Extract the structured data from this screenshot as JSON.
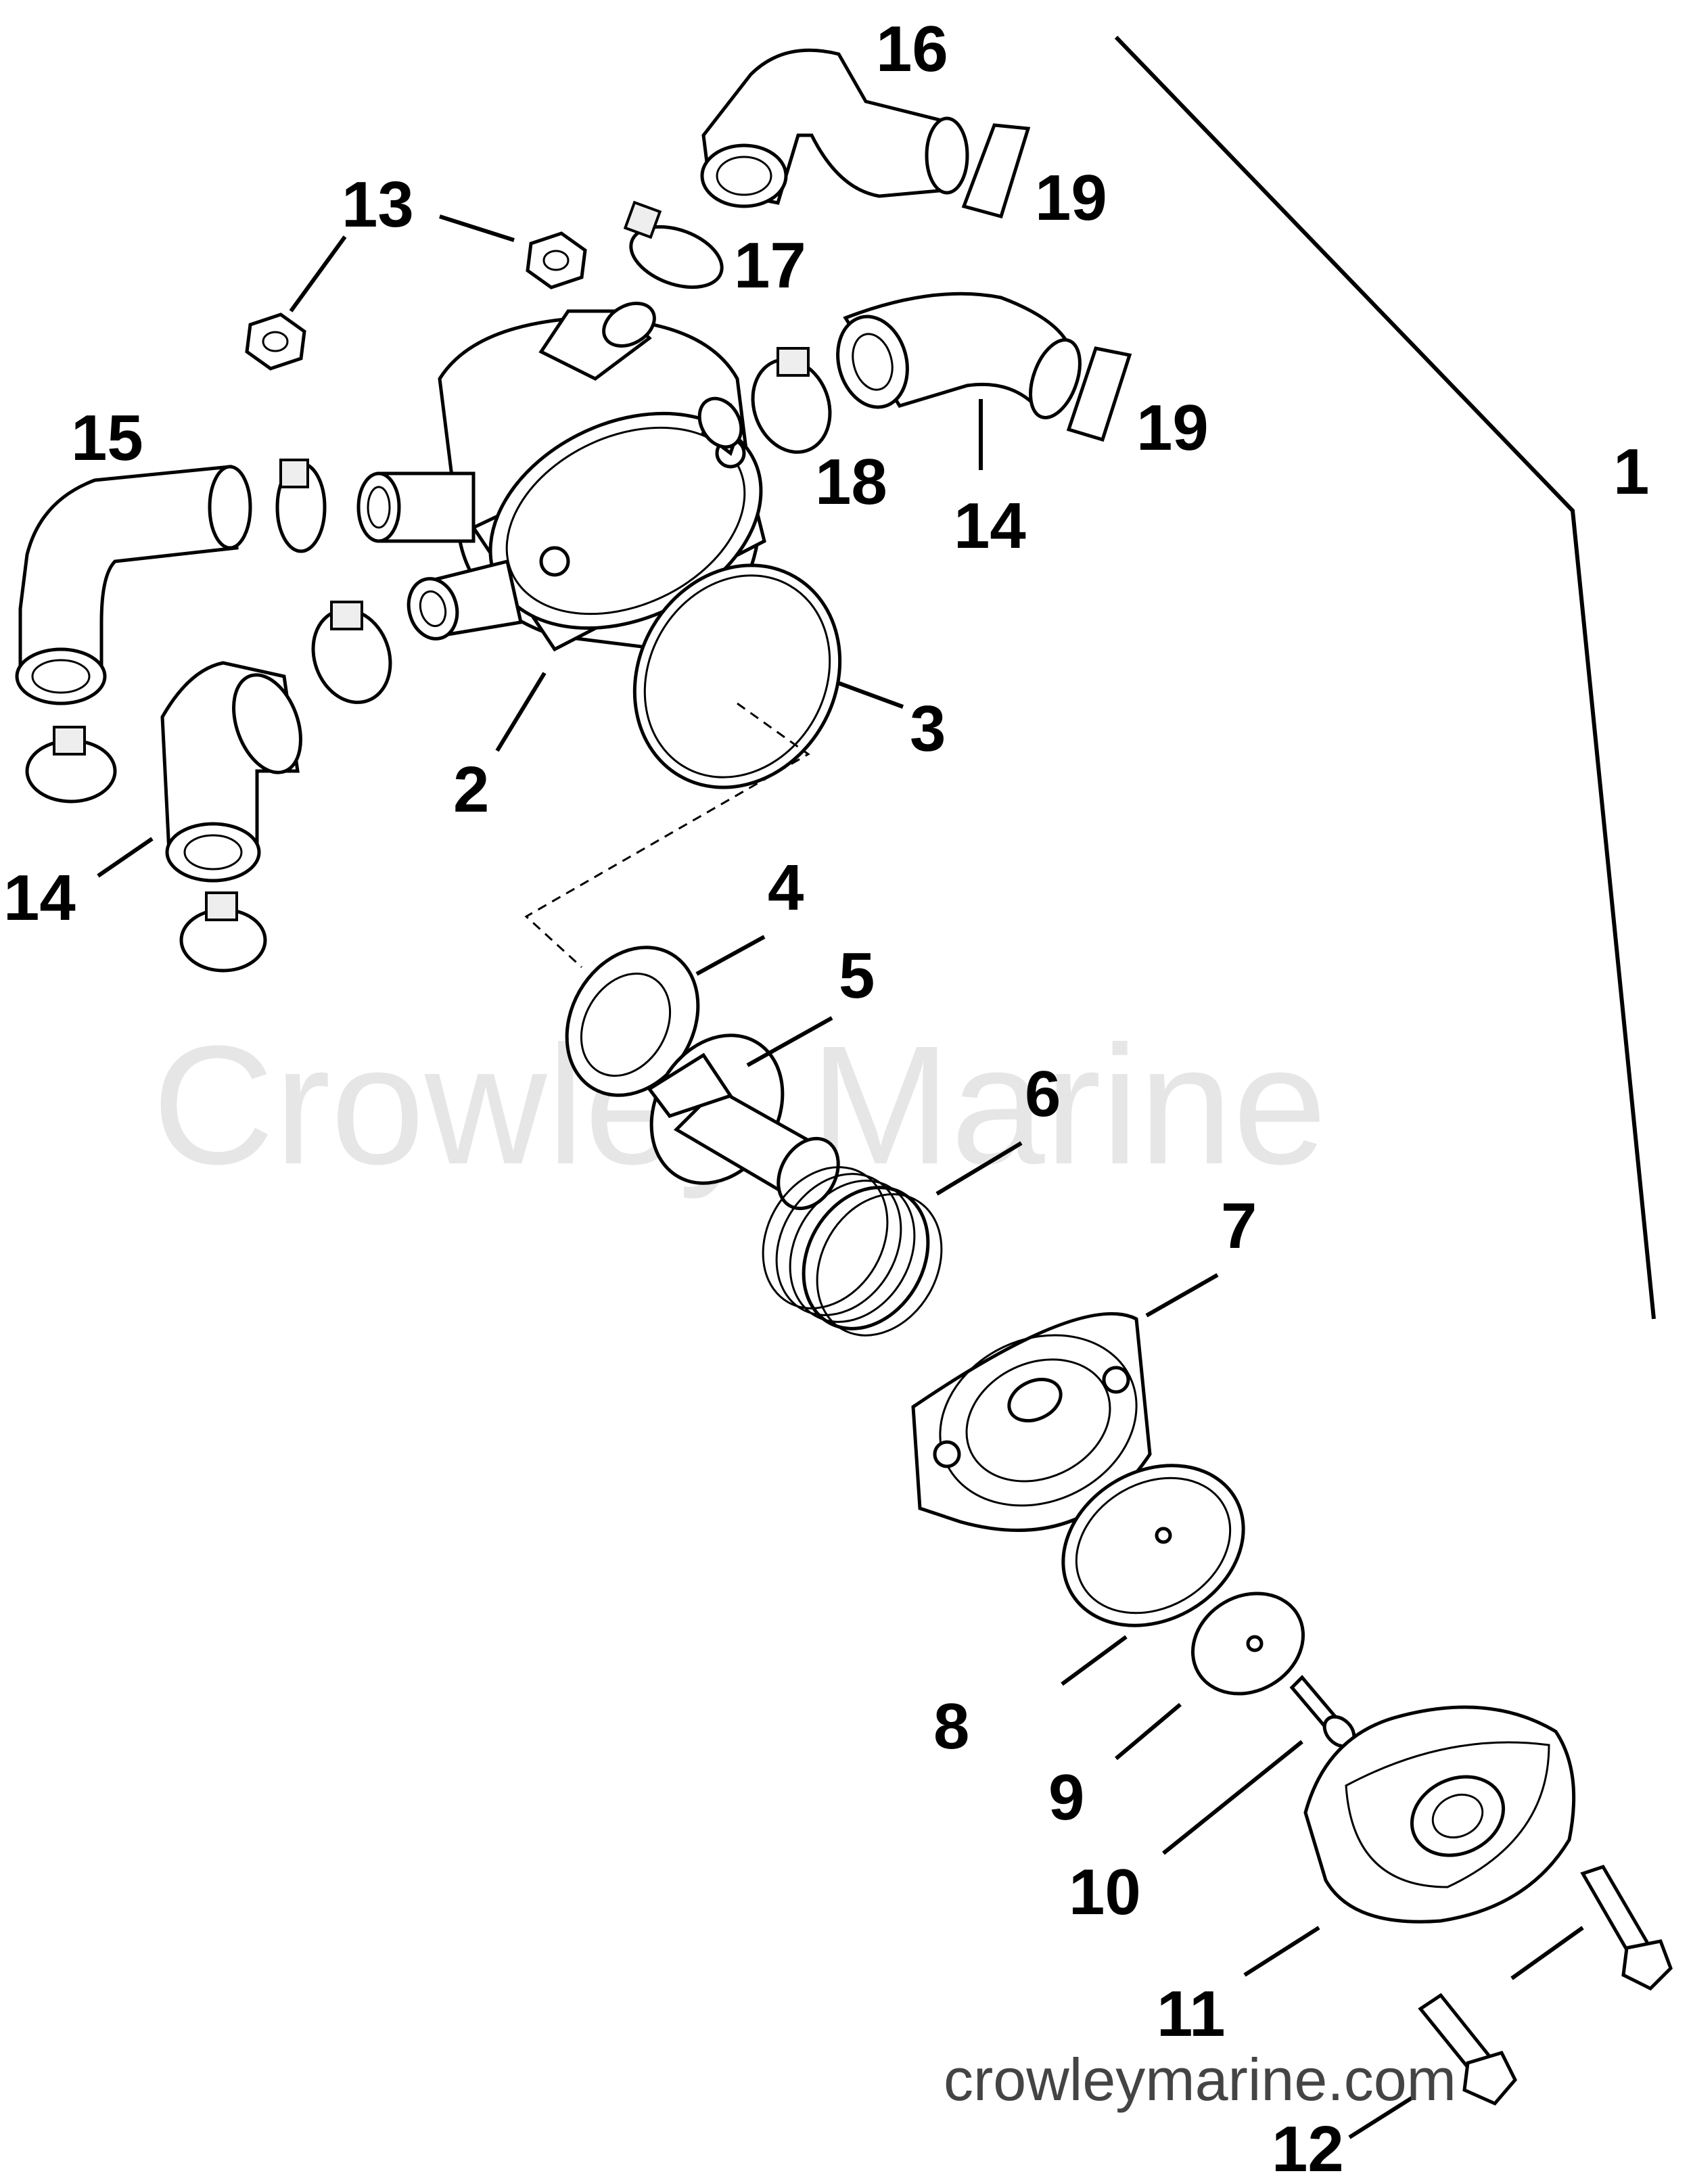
{
  "watermark": "Crowley Marine",
  "footer_url": "crowleymarine.com",
  "callouts": [
    "1",
    "2",
    "3",
    "4",
    "5",
    "6",
    "7",
    "8",
    "9",
    "10",
    "11",
    "12",
    "13",
    "14",
    "15",
    "16",
    "17",
    "18",
    "19"
  ]
}
